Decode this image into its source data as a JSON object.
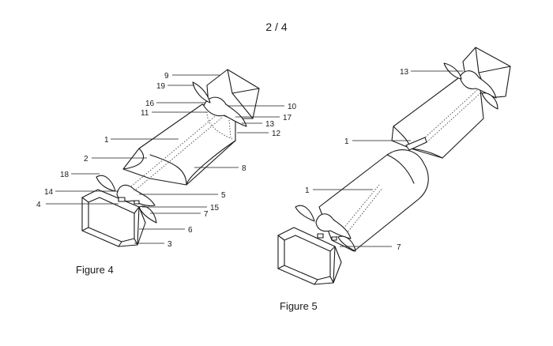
{
  "page_number": "2 / 4",
  "figures": [
    {
      "caption": "Figure 4",
      "labels": [
        "9",
        "19",
        "16",
        "11",
        "1",
        "2",
        "18",
        "14",
        "4",
        "10",
        "17",
        "13",
        "12",
        "8",
        "5",
        "15",
        "7",
        "6",
        "3"
      ]
    },
    {
      "caption": "Figure 5",
      "labels": [
        "13",
        "1",
        "1",
        "7"
      ]
    }
  ]
}
